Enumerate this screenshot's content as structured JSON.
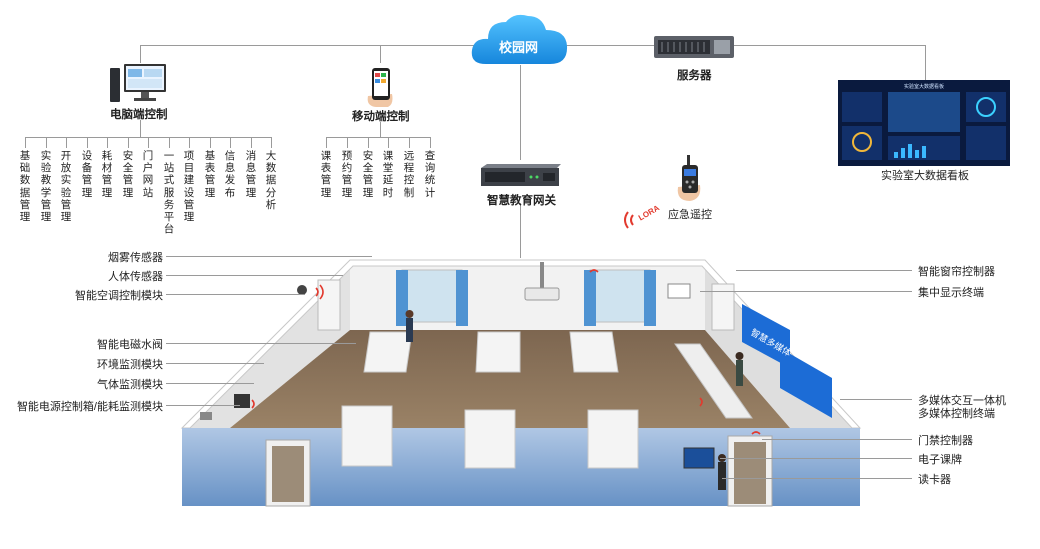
{
  "cloud": {
    "label": "校园网"
  },
  "server": {
    "label": "服务器"
  },
  "dashboard": {
    "label": "实验室大数据看板",
    "screen_title": "实验室大数据看板"
  },
  "pc": {
    "label": "电脑端控制",
    "functions": [
      "基础数据管理",
      "实验教学管理",
      "开放实验管理",
      "设备管理",
      "耗材管理",
      "安全管理",
      "门户网站",
      "一站式服务平台",
      "项目建设管理",
      "基表管理",
      "信息发布",
      "消息管理",
      "大数据分析"
    ]
  },
  "mobile": {
    "label": "移动端控制",
    "functions": [
      "课表管理",
      "预约管理",
      "安全管理",
      "课堂延时",
      "远程控制",
      "查询统计"
    ]
  },
  "gateway": {
    "label": "智慧教育网关"
  },
  "remote": {
    "label": "应急遥控",
    "lora": "LORA"
  },
  "left_labels": [
    "烟雾传感器",
    "人体传感器",
    "智能空调控制模块",
    "智能电磁水阀",
    "环境监测模块",
    "气体监测模块",
    "智能电源控制箱/能耗监测模块"
  ],
  "right_labels": [
    "智能窗帘控制器",
    "集中显示终端",
    "多媒体交互一体机",
    "多媒体控制终端",
    "门禁控制器",
    "电子课牌",
    "读卡器"
  ],
  "board_text": "智慧多媒体",
  "colors": {
    "cloud": "#1e9be8",
    "wall_blue": "#5b8fc9",
    "floor": "#8a7157"
  }
}
